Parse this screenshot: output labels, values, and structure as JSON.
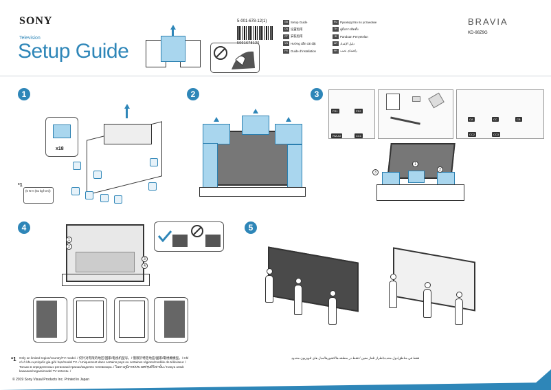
{
  "header": {
    "brand": "SONY",
    "product_type": "Television",
    "title": "Setup Guide",
    "part_number": "5-001-678-12(1)",
    "barcode_number": "5001678120",
    "series": "BRAVIA",
    "model": "KD-98Z9G"
  },
  "languages": {
    "left": [
      {
        "code": "GB",
        "label": "Setup Guide"
      },
      {
        "code": "CN",
        "label": "设置指南"
      },
      {
        "code": "CT",
        "label": "安裝指南"
      },
      {
        "code": "VN",
        "label": "Hướng dẫn cài đặt"
      },
      {
        "code": "FR",
        "label": "Guide d'installation"
      }
    ],
    "right": [
      {
        "code": "RU",
        "label": "Руководство по установке"
      },
      {
        "code": "TH",
        "label": "คู่มือการติดตั้ง"
      },
      {
        "code": "ID",
        "label": "Panduan Penyetelan"
      },
      {
        "code": "AR",
        "label": "دليل الإعداد"
      },
      {
        "code": "PR",
        "label": "راهنمای نصب"
      }
    ]
  },
  "steps": {
    "s1": "1",
    "s2": "2",
    "s3": "3",
    "s4": "4",
    "s5": "5"
  },
  "step1": {
    "count": "x18",
    "footnote_mark": "*1",
    "screw_spec": "(5 N·m {51 kgf·cm})"
  },
  "step3": {
    "labels": [
      "PS1",
      "PS2",
      "RM-A2",
      "CC1",
      "CA",
      "CC",
      "CB",
      "CC2",
      "CC3"
    ],
    "callouts": [
      "1",
      "2",
      "3"
    ]
  },
  "step4": {
    "callouts": [
      "1",
      "2",
      "3",
      "4"
    ]
  },
  "colors": {
    "accent": "#2e86b8",
    "packing_foam": "#a9d6ee"
  },
  "footer": {
    "mark": "*1",
    "note": "Only on limited region/country/TV model. / 仅针对有限的地区/国家/电视机型号。/ 僅限於特定地區/國家/電視機機型。/ Chỉ có ở khu vực/quốc gia giới hạn/model TV. / Uniquement dans certains pays ou certaines régions/modèle de téléviseur. / Только в определенных регионах/странах/моделях телевизора. / ในบางภูมิภาค/ประเทศ/รุ่นทีวีเท่านั้น / Hanya untuk kawasan/negara/model TV tertentu. /",
    "note_rtl": "فقط في مناطق/دول محددة/طراز تلفاز معين / فقط در منطقه ها/کشورها/مدل های تلویزیون محدود",
    "copyright": "© 2019 Sony Visual Products Inc.  Printed in Japan"
  },
  "icons": [
    "no-touch-icon",
    "check-icon",
    "prohibited-icon",
    "up-arrow-icon",
    "screw-icon"
  ]
}
